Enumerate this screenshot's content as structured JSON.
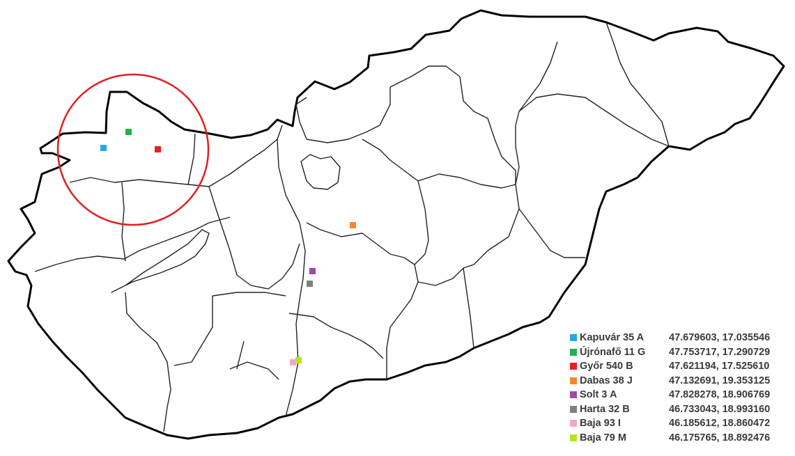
{
  "legend": {
    "items": [
      {
        "name": "Kapuvár 35 A",
        "coords": "47.679603, 17.035546",
        "color": "#1fa9e7"
      },
      {
        "name": "Újrónafő 11 G",
        "coords": "47.753717, 17.290729",
        "color": "#22b14c"
      },
      {
        "name": "Győr 540 B",
        "coords": "47.621194, 17.525610",
        "color": "#ec1c24"
      },
      {
        "name": "Dabas 38 J",
        "coords": "47.132691, 19.353125",
        "color": "#f7872e"
      },
      {
        "name": "Solt 3 A",
        "coords": "47.828278, 18.906769",
        "color": "#9e49a8"
      },
      {
        "name": "Harta  32 B",
        "coords": "46.733043, 18.993160",
        "color": "#7f7f7f"
      },
      {
        "name": "Baja 93 I",
        "coords": "46.185612, 18.860472",
        "color": "#f4a6c8"
      },
      {
        "name": "Baja 79 M",
        "coords": "46.175765, 18.892476",
        "color": "#b5e61d"
      }
    ]
  },
  "map": {
    "highlight_color": "#e02020",
    "border_color": "#000000"
  }
}
